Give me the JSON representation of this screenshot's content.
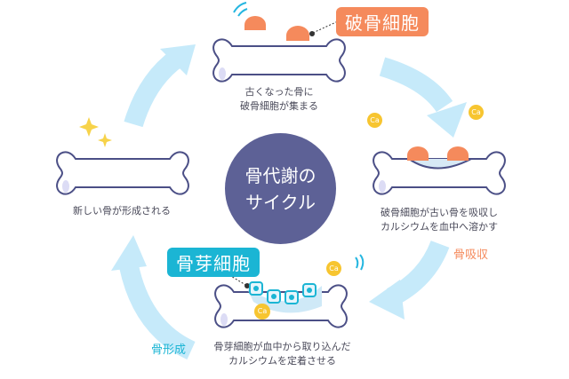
{
  "center": {
    "line1": "骨代謝の",
    "line2": "サイクル"
  },
  "labels": {
    "osteoclast": "破骨細胞",
    "osteoblast": "骨芽細胞"
  },
  "phases": {
    "resorption": "骨吸収",
    "formation": "骨形成"
  },
  "captions": {
    "top": [
      "古くなった骨に",
      "破骨細胞が集まる"
    ],
    "right": [
      "破骨細胞が古い骨を吸収し",
      "カルシウムを血中へ溶かす"
    ],
    "bottom": [
      "骨芽細胞が血中から取り込んだ",
      "カルシウムを定着させる"
    ],
    "left": [
      "新しい骨が形成される"
    ]
  },
  "calcium": "Ca",
  "colors": {
    "bone": "#4b4f86",
    "arrow": "#c6eafa",
    "center": "#5d6196",
    "orange": "#f58a5c",
    "cyan": "#1bb5d4",
    "calcium": "#f7c530"
  }
}
